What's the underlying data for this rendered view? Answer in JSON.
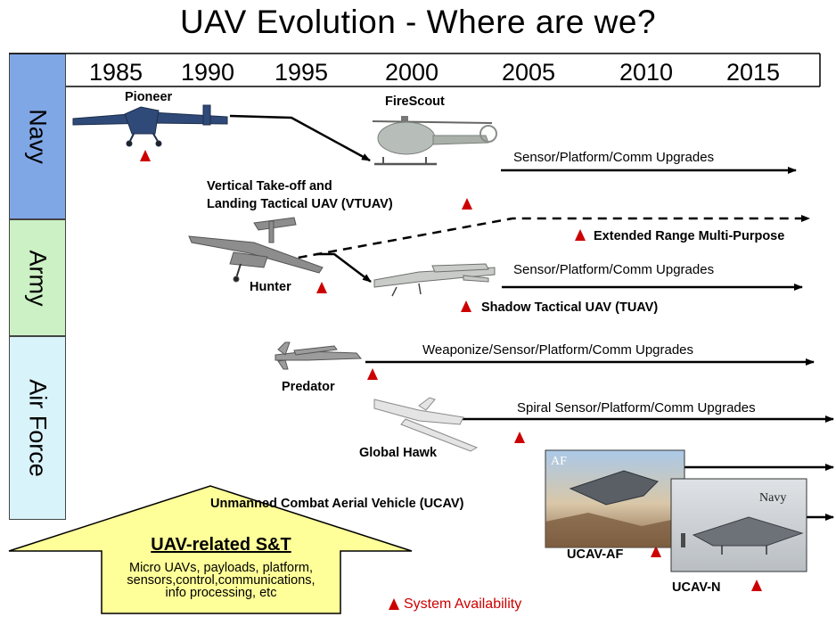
{
  "title": "UAV Evolution - Where are we?",
  "branches": {
    "navy": "Navy",
    "army": "Army",
    "air_force": "Air Force"
  },
  "years": [
    "1985",
    "1990",
    "1995",
    "2000",
    "2005",
    "2010",
    "2015"
  ],
  "aircraft": {
    "pioneer": "Pioneer",
    "firescout": "FireScout",
    "vtuav": "Vertical Take-off and\nLanding Tactical UAV (VTUAV)",
    "hunter": "Hunter",
    "erm": "Extended Range Multi-Purpose",
    "shadow": "Shadow Tactical UAV (TUAV)",
    "predator": "Predator",
    "global_hawk": "Global Hawk",
    "ucav": "Unmanned Combat Aerial Vehicle (UCAV)",
    "ucav_af": "UCAV-AF",
    "ucav_n": "UCAV-N"
  },
  "upgrades": {
    "navy": "Sensor/Platform/Comm Upgrades",
    "army": "Sensor/Platform/Comm Upgrades",
    "predator": "Weaponize/Sensor/Platform/Comm Upgrades",
    "global_hawk": "Spiral Sensor/Platform/Comm Upgrades"
  },
  "photo_tags": {
    "af": "AF",
    "navy": "Navy"
  },
  "st": {
    "heading": "UAV-related S&T",
    "body": "Micro UAVs, payloads, platform,\nsensors,control,communications,\ninfo processing, etc"
  },
  "legend": {
    "system_availability": "System Availability"
  },
  "colors": {
    "navy_band": "#7fa7e6",
    "army_band": "#ccf1c4",
    "af_band": "#d9f3fb",
    "marker": "#cc0000",
    "st_arrow": "#ffff99"
  }
}
